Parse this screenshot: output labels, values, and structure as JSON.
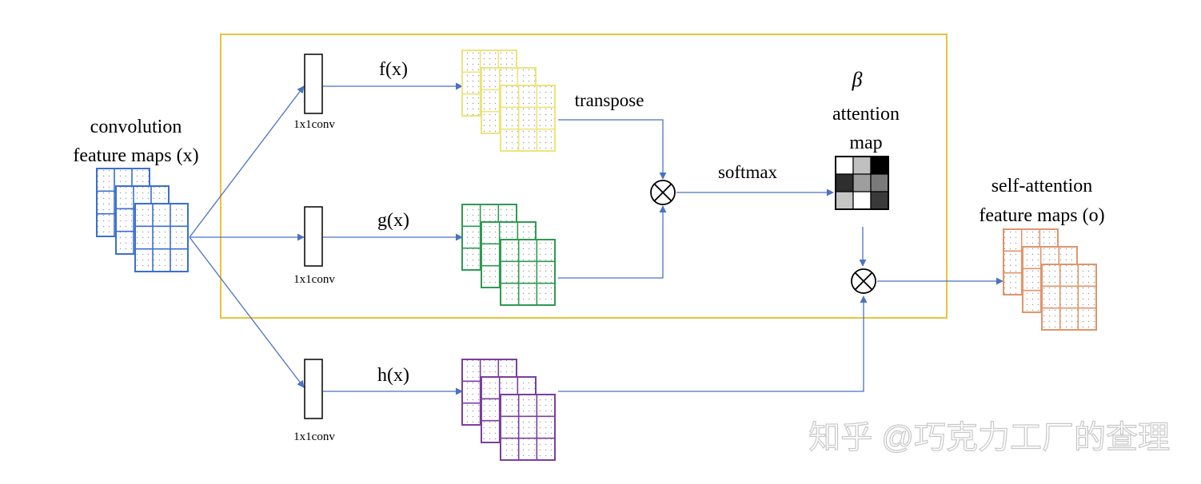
{
  "labels": {
    "input_line1": "convolution",
    "input_line2": "feature maps (x)",
    "f": "f(x)",
    "g": "g(x)",
    "h": "h(x)",
    "conv_f": "1x1conv",
    "conv_g": "1x1conv",
    "conv_h": "1x1conv",
    "transpose": "transpose",
    "softmax": "softmax",
    "beta": "β",
    "attn_line1": "attention",
    "attn_line2": "map",
    "output_line1": "self-attention",
    "output_line2": "feature maps (o)",
    "watermark": "知乎 @巧克力工厂的查理"
  },
  "colors": {
    "box": "#e8c43a",
    "arrow": "#4a72c4",
    "input": "#3b6fcf",
    "f": "#ece47a",
    "g": "#2f9a52",
    "h": "#7a3f9e",
    "output": "#e0956a"
  },
  "attention_grid": [
    [
      "#ffffff",
      "#c0c0c0",
      "#000000"
    ],
    [
      "#2e2e2e",
      "#9e9e9e",
      "#7a7a7a"
    ],
    [
      "#c6c6c6",
      "#ffffff",
      "#3a3a3a"
    ]
  ]
}
